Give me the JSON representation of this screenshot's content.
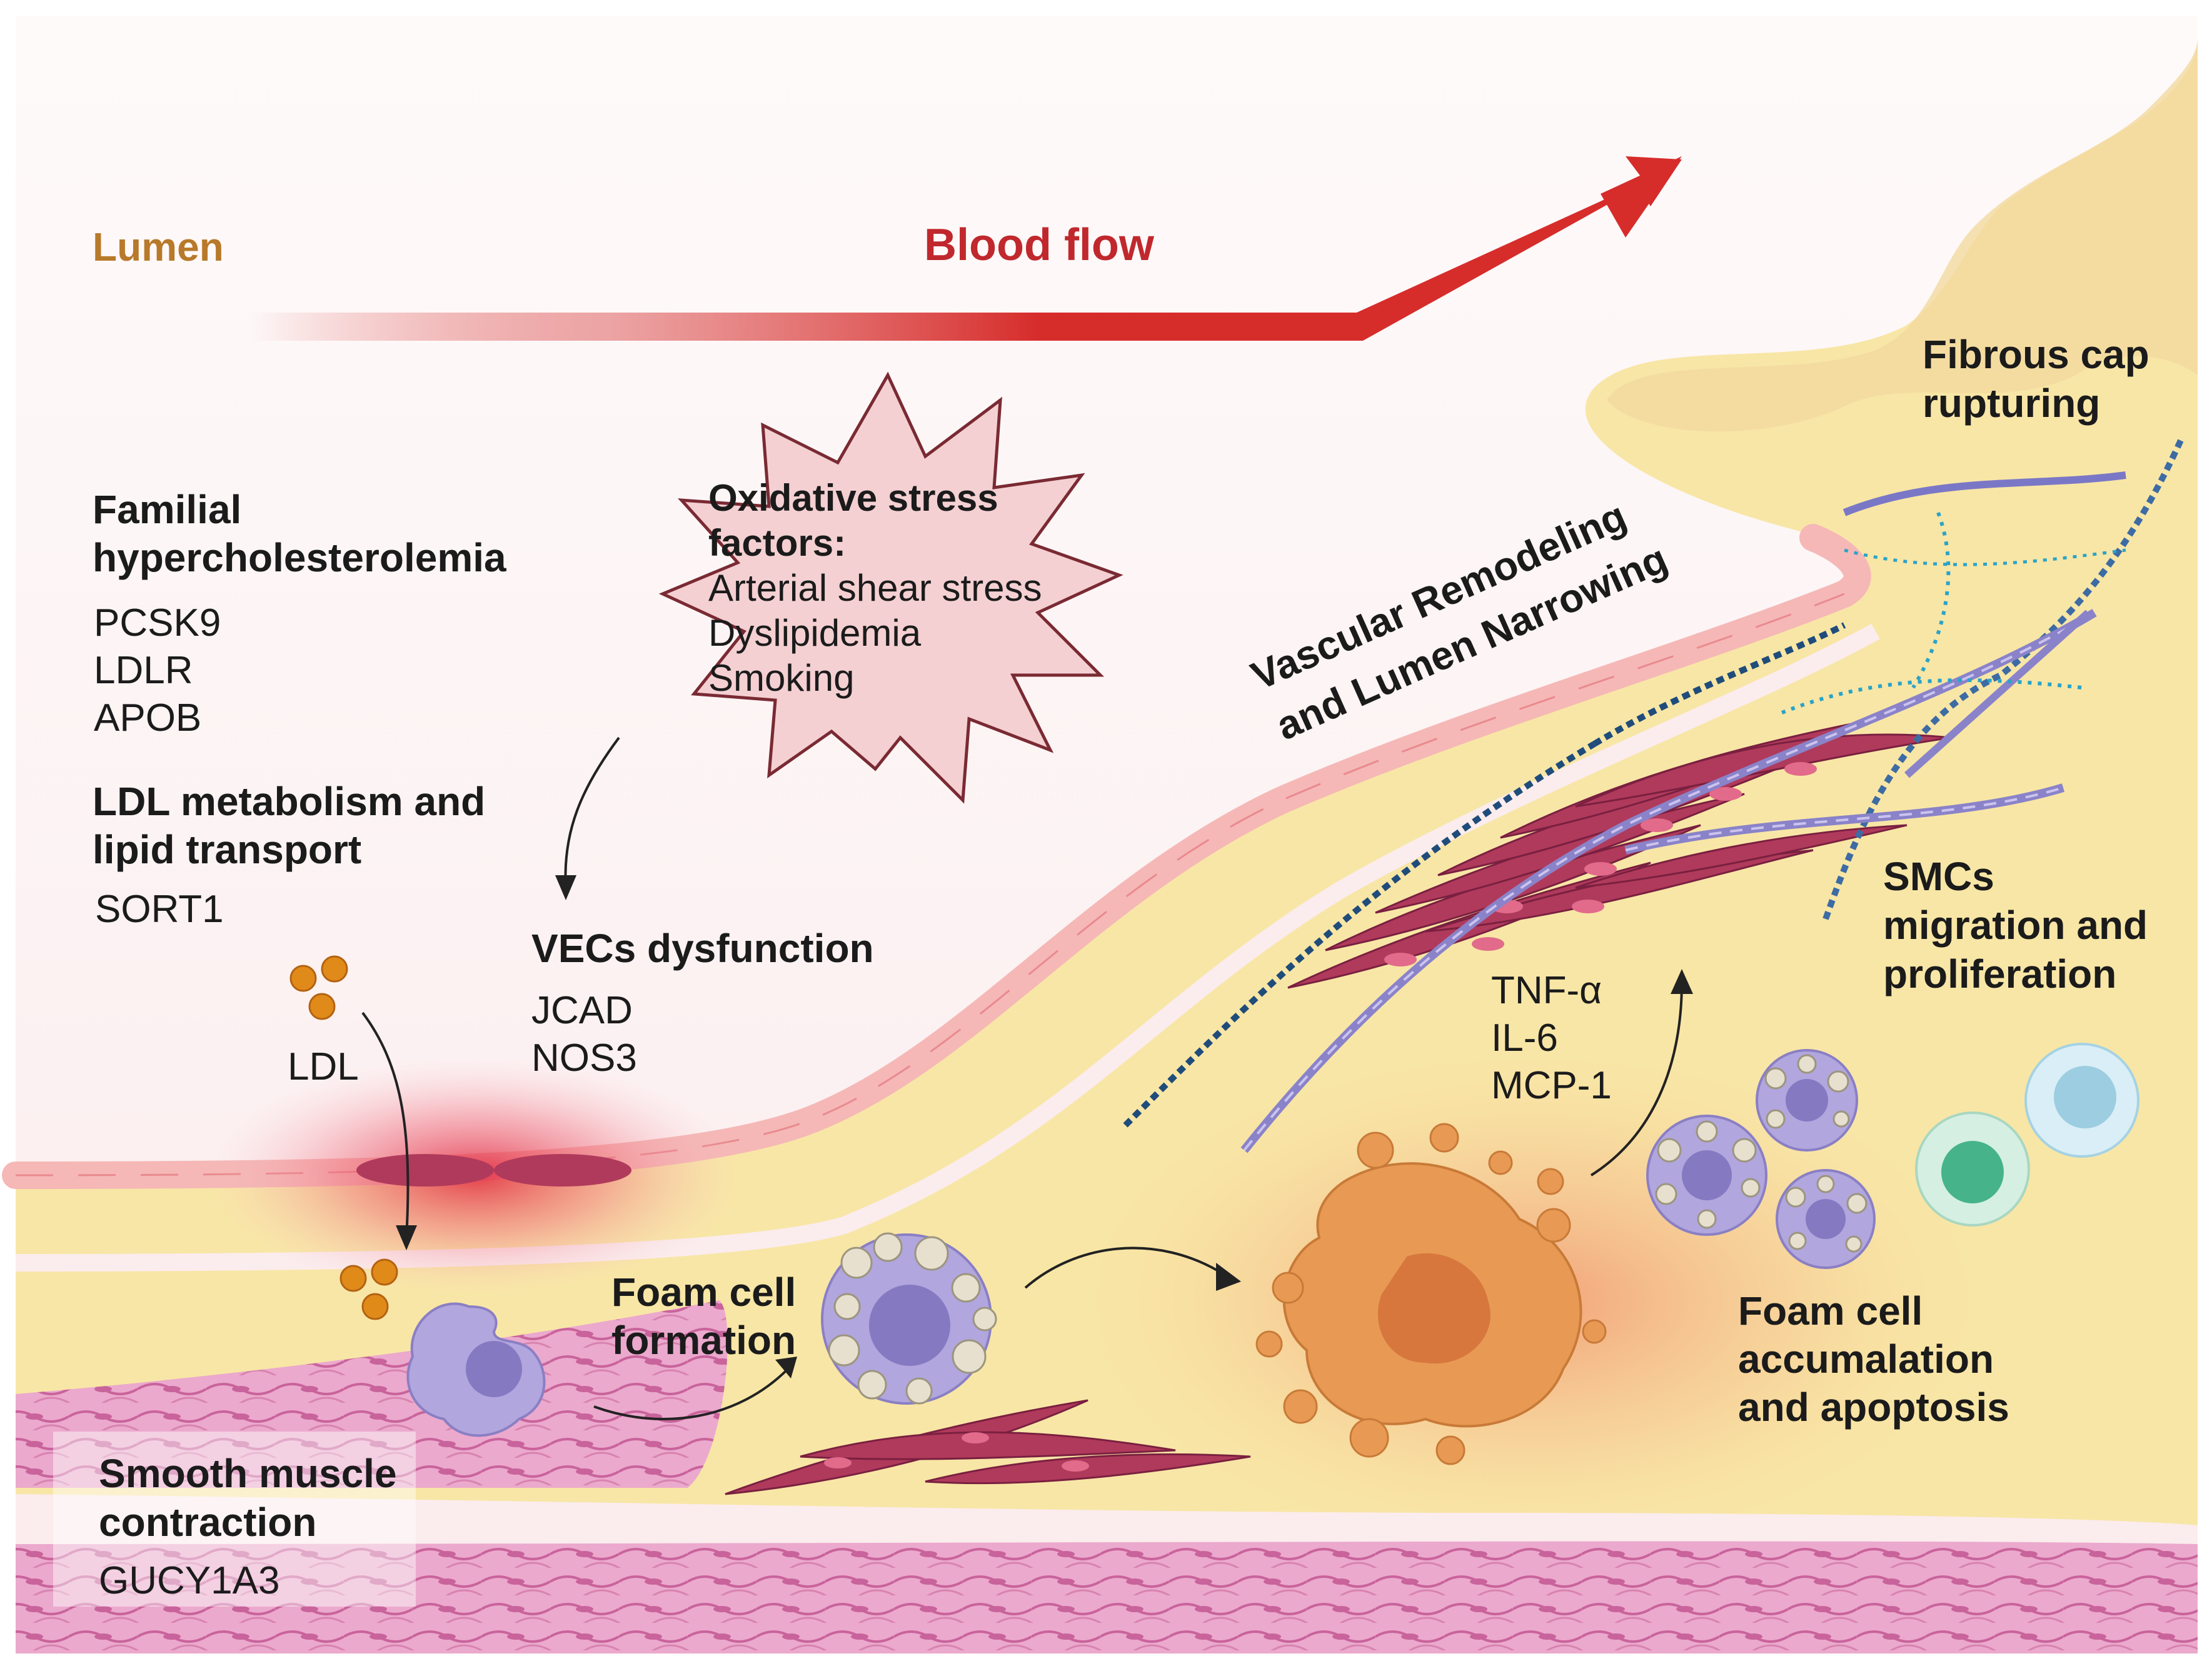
{
  "labels": {
    "lumen": "Lumen",
    "blood_flow": "Blood flow",
    "familial_title_1": "Familial",
    "familial_title_2": "hypercholesterolemia",
    "familial_genes": [
      "PCSK9",
      "LDLR",
      "APOB"
    ],
    "ldl_metabolism_title_1": "LDL metabolism and",
    "ldl_metabolism_title_2": "lipid transport",
    "ldl_metabolism_gene": "SORT1",
    "ldl": "LDL",
    "oxidative_title_1": "Oxidative stress",
    "oxidative_title_2": "factors:",
    "oxidative_items": [
      "Arterial shear stress",
      "Dyslipidemia",
      "Smoking"
    ],
    "vecs_title": "VECs dysfunction",
    "vecs_genes": [
      "JCAD",
      "NOS3"
    ],
    "vascular_1": "Vascular Remodeling",
    "vascular_2": "and Lumen Narrowing",
    "fibrous_1": "Fibrous cap",
    "fibrous_2": "rupturing",
    "smcs_1": "SMCs",
    "smcs_2": "migration and",
    "smcs_3": "proliferation",
    "cytokines": [
      "TNF-α",
      "IL-6",
      "MCP-1"
    ],
    "foam_formation_1": "Foam cell",
    "foam_formation_2": "formation",
    "foam_accum_1": "Foam cell",
    "foam_accum_2": "accumalation",
    "foam_accum_3": "and apoptosis",
    "smooth_1": "Smooth muscle",
    "smooth_2": "contraction",
    "smooth_gene": "GUCY1A3"
  },
  "colors": {
    "lumen_label": "#b8792a",
    "blood_flow": "#c0282d",
    "arrow_red": "#d62d2b",
    "lumen_bg": "#fbf0f1",
    "intima": "#f8e6a6",
    "endothelium": "#f5b8b6",
    "smc": "#b03a5c",
    "media": "#e9a3c9",
    "foam_cell": "#a99bd6",
    "apoptotic": "#e89a54",
    "star_fill": "#f4d0d2",
    "star_stroke": "#7a2a33"
  }
}
